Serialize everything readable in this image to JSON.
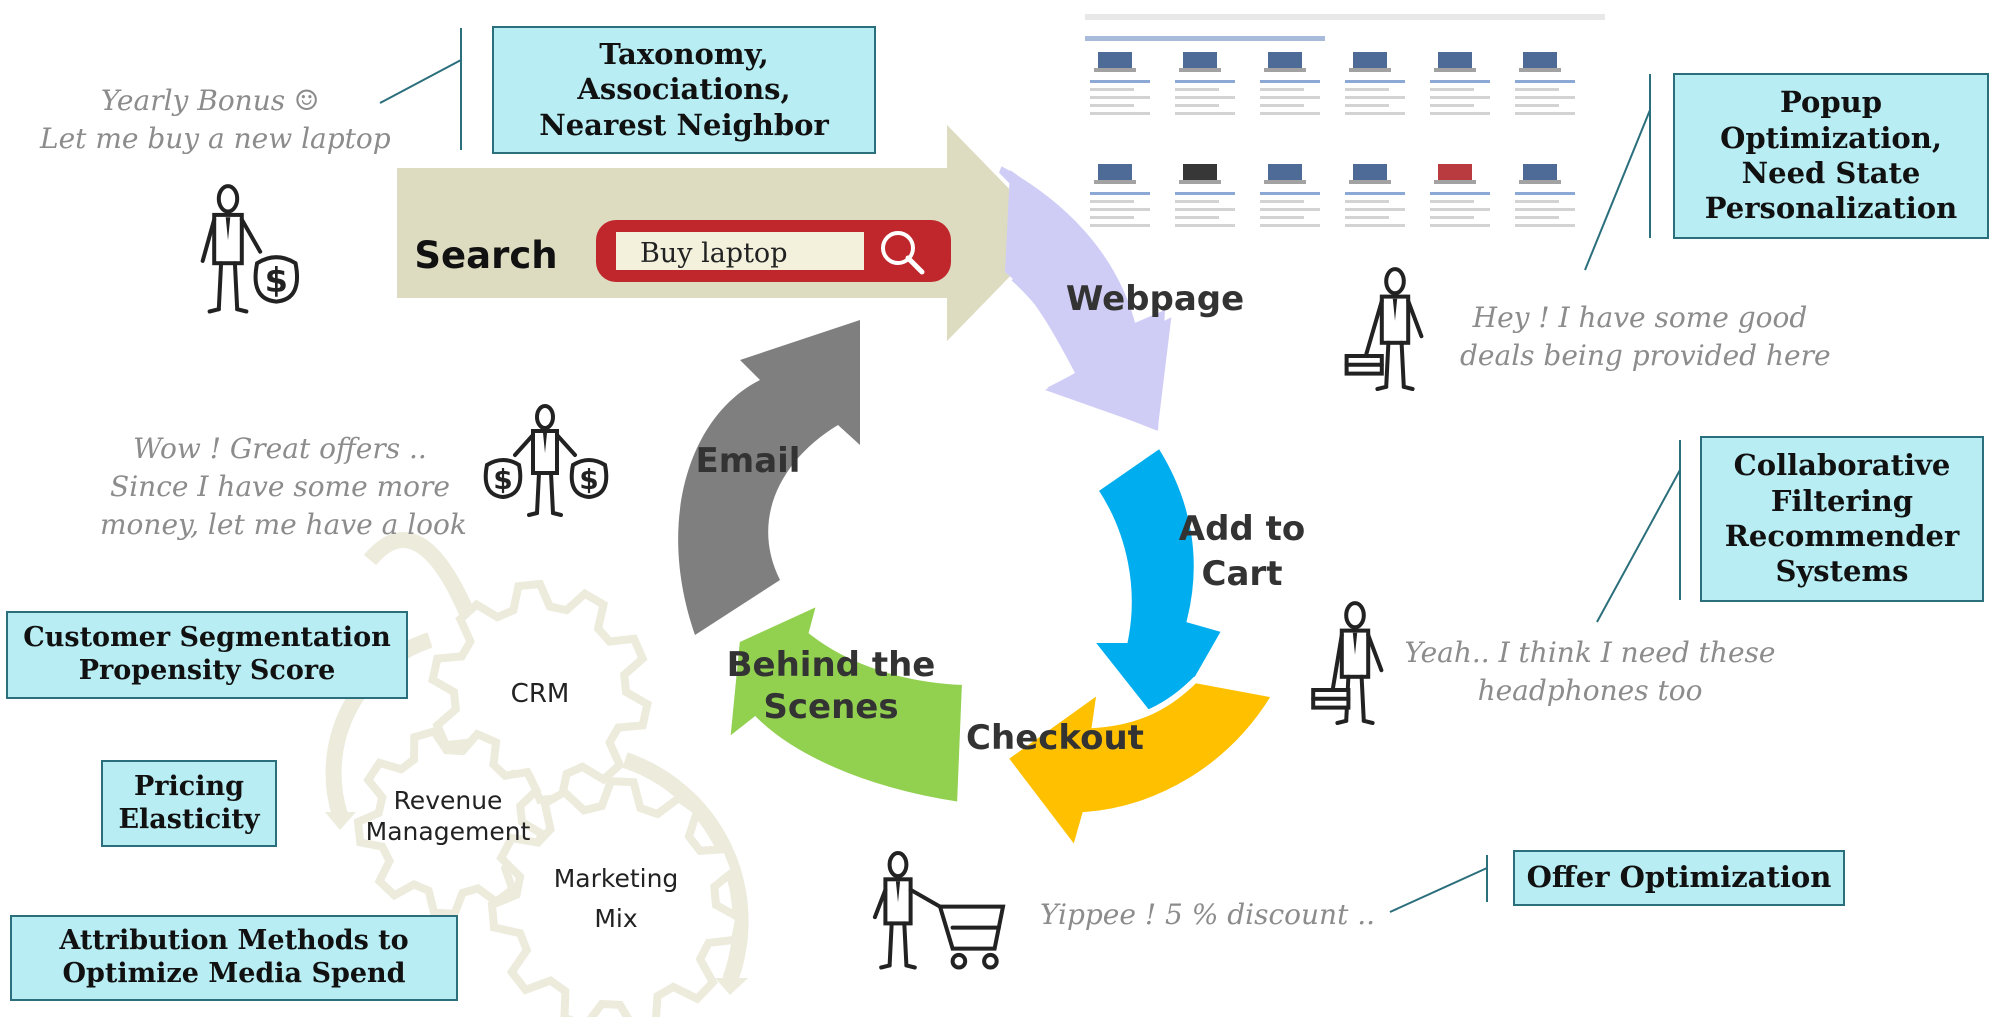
{
  "stages": {
    "search": "Search",
    "webpage": "Webpage",
    "add_to_cart": [
      "Add to",
      "Cart"
    ],
    "checkout": "Checkout",
    "behind_the_scenes": [
      "Behind the",
      "Scenes"
    ],
    "email": "Email"
  },
  "search_box": {
    "value": "Buy laptop",
    "icon": "magnifier-icon"
  },
  "boxes": {
    "taxonomy": [
      "Taxonomy,",
      "Associations,",
      "Nearest Neighbor"
    ],
    "popup": [
      "Popup",
      "Optimization,",
      "Need State",
      "Personalization"
    ],
    "collaborative": [
      "Collaborative",
      "Filtering",
      "Recommender",
      "Systems"
    ],
    "offer": [
      "Offer Optimization"
    ],
    "segmentation": [
      "Customer Segmentation",
      "Propensity Score"
    ],
    "pricing": [
      "Pricing",
      "Elasticity"
    ],
    "attribution": [
      "Attribution Methods to",
      "Optimize Media Spend"
    ]
  },
  "quotes": {
    "bonus": [
      "Yearly Bonus ☺",
      "Let me buy a new laptop"
    ],
    "deals": [
      "Hey ! I have some good",
      "deals being provided here"
    ],
    "offers": [
      "Wow ! Great offers ..",
      "Since I have some more",
      "money, let me have a look"
    ],
    "headphones": [
      "Yeah.. I think I need these",
      "headphones too"
    ],
    "discount": [
      "Yippee ! 5 % discount .."
    ]
  },
  "gears": {
    "crm": "CRM",
    "revenue": [
      "Revenue",
      "Management"
    ],
    "marketing": [
      "Marketing",
      "Mix"
    ]
  },
  "colors": {
    "search": "#dedcc0",
    "webpage": "#cfcdf6",
    "add_to_cart": "#00aeef",
    "checkout": "#ffc000",
    "behind_the_scenes": "#92d050",
    "email": "#7f7f7f",
    "box_fill": "#b7edf3"
  }
}
